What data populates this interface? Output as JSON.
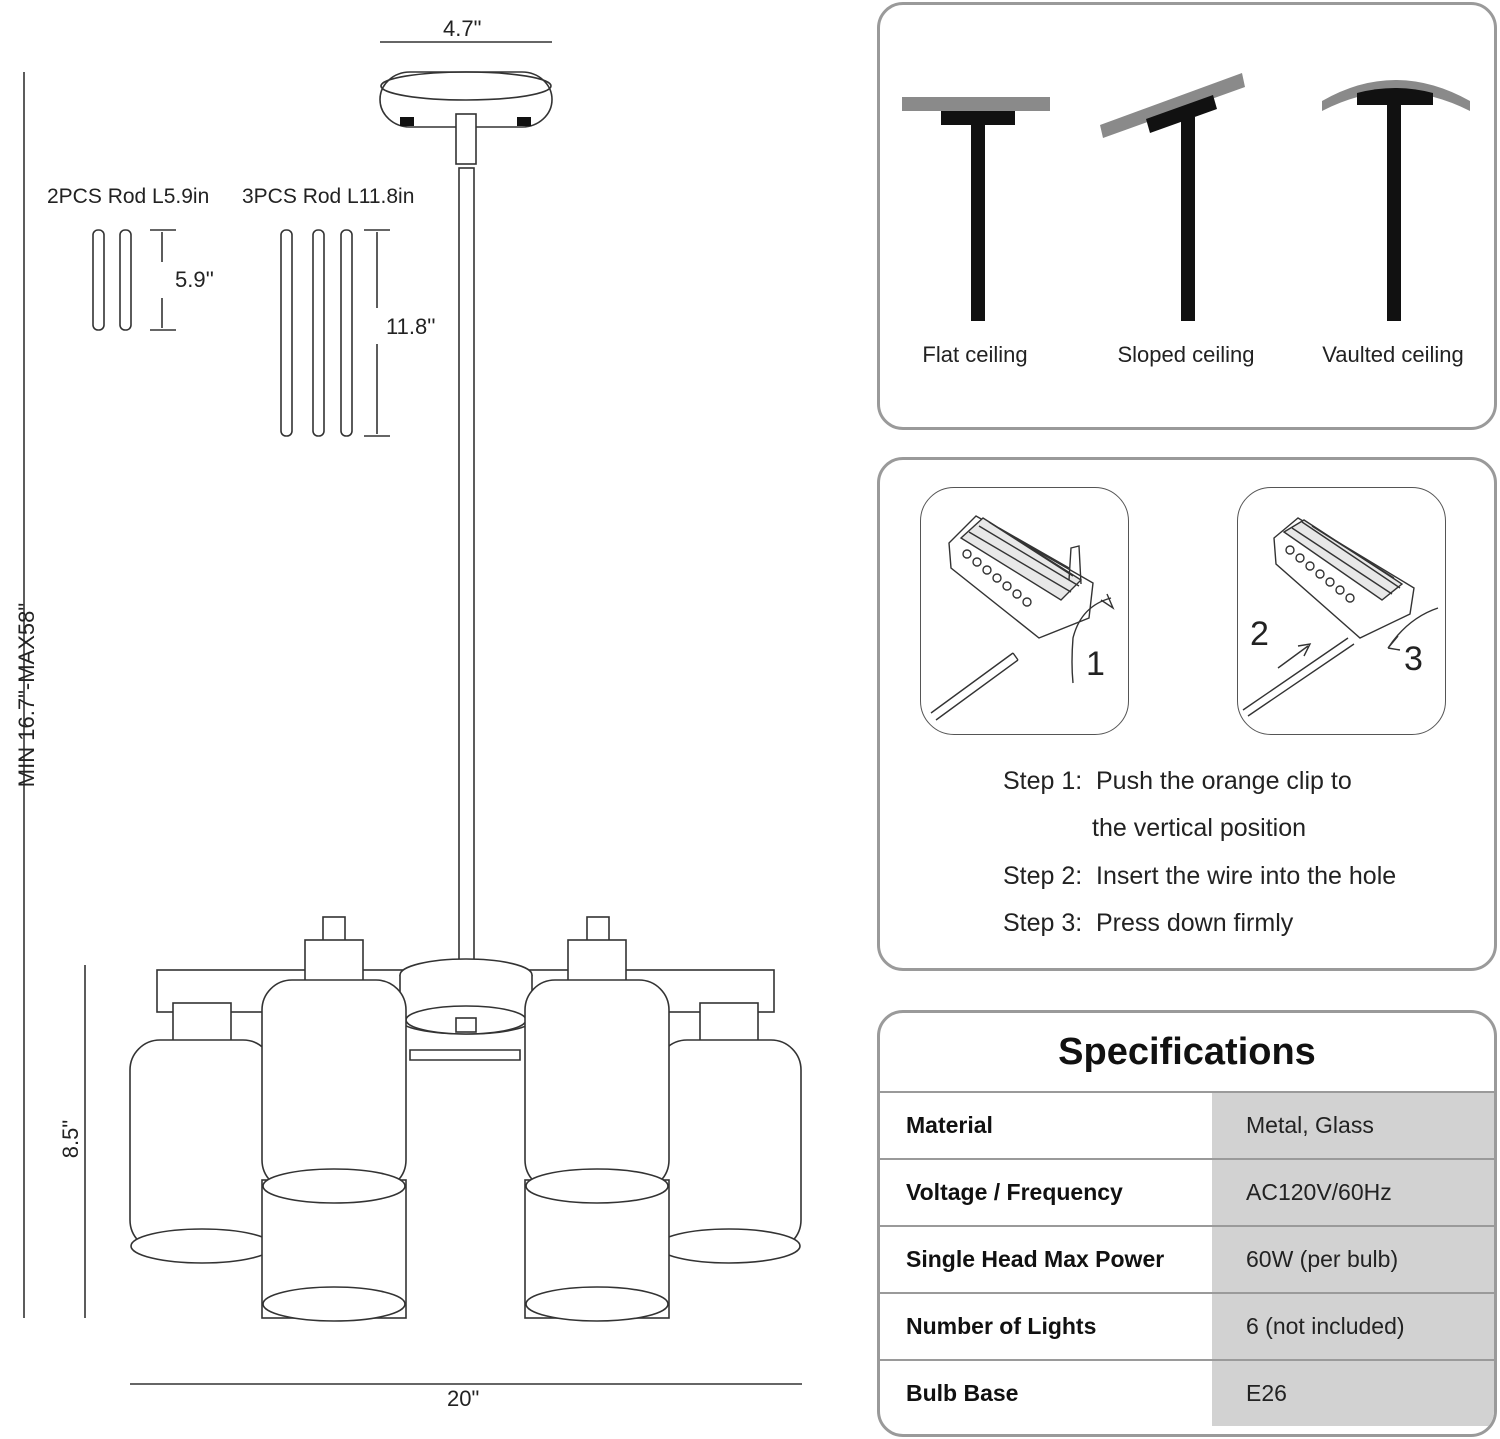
{
  "dimensions": {
    "canopy_width": "4.7\"",
    "overall_height": "MIN 16.7\"-MAX58\"",
    "fixture_height": "8.5\"",
    "fixture_width": "20\""
  },
  "rods": {
    "short_title": "2PCS Rod L5.9in",
    "short_length": "5.9''",
    "long_title": "3PCS Rod L11.8in",
    "long_length": "11.8''"
  },
  "ceilings": {
    "flat": "Flat ceiling",
    "sloped": "Sloped ceiling",
    "vaulted": "Vaulted ceiling"
  },
  "wiring": {
    "arrow_labels": [
      "1",
      "2",
      "3"
    ],
    "steps": [
      {
        "num": "Step 1:",
        "text": "Push the orange clip to",
        "text2": "the vertical position"
      },
      {
        "num": "Step 2:",
        "text": "Insert the wire into the hole"
      },
      {
        "num": "Step 3:",
        "text": "Press down firmly"
      }
    ]
  },
  "specifications": {
    "title": "Specifications",
    "rows": [
      {
        "key": "Material",
        "value": "Metal, Glass"
      },
      {
        "key": "Voltage / Frequency",
        "value": "AC120V/60Hz"
      },
      {
        "key": "Single Head Max Power",
        "value": "60W (per bulb)"
      },
      {
        "key": "Number of Lights",
        "value": "6 (not included)"
      },
      {
        "key": "Bulb Base",
        "value": "E26"
      }
    ]
  }
}
